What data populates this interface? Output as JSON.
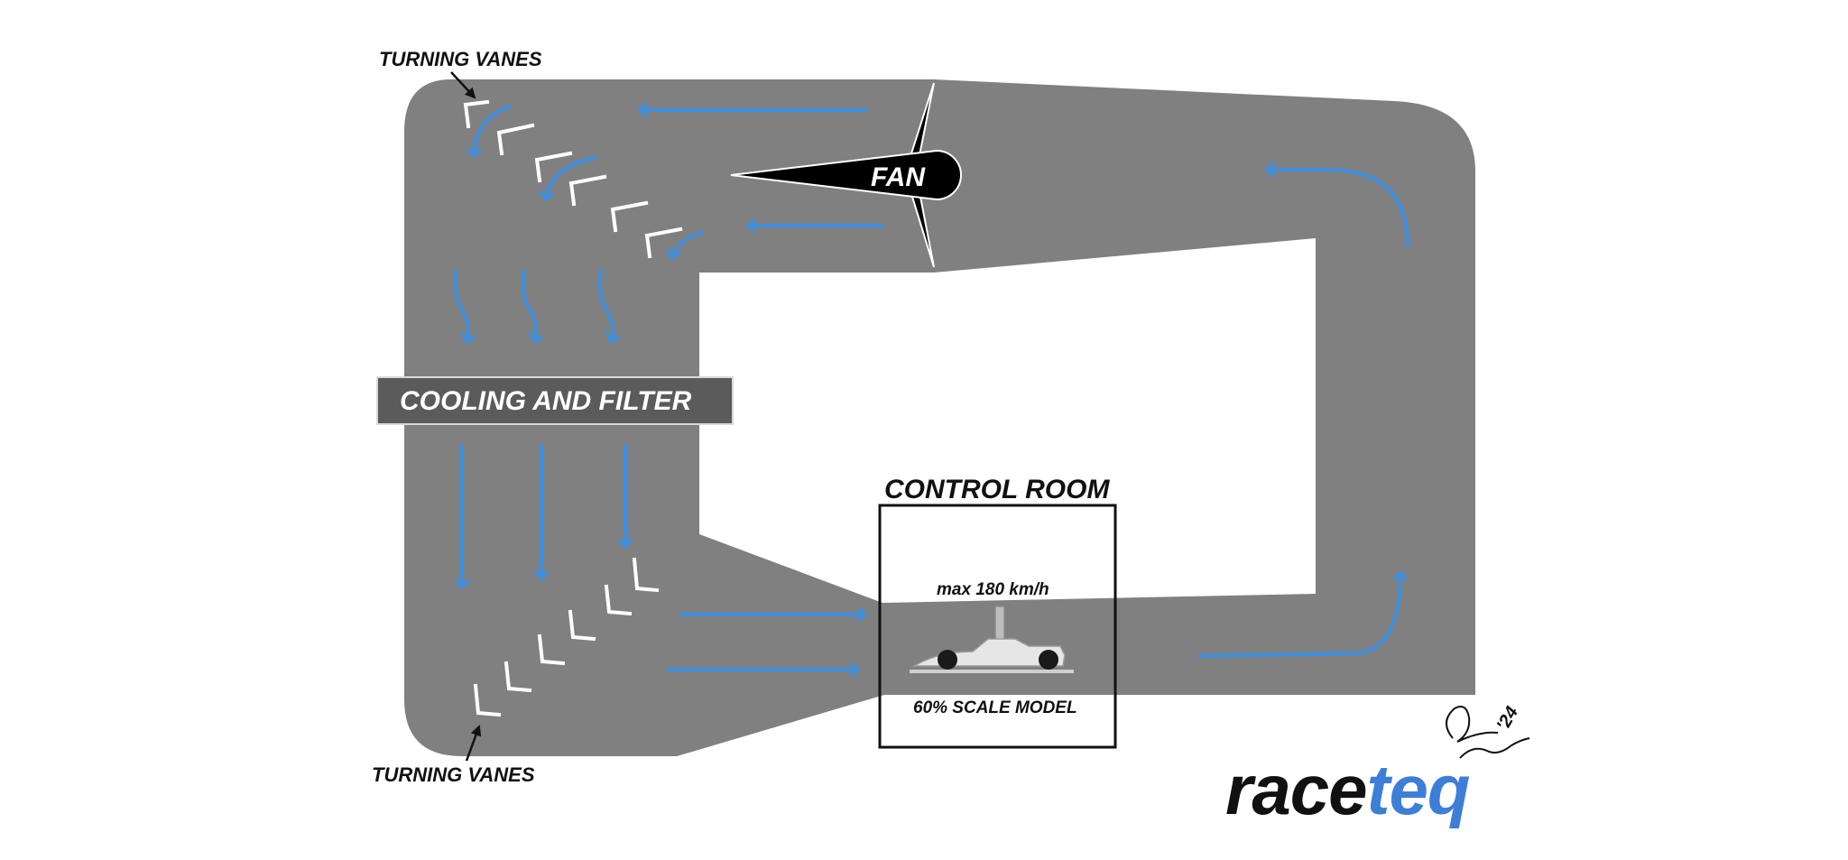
{
  "diagram": {
    "labels": {
      "turning_vanes_top": "TURNING VANES",
      "turning_vanes_bottom": "TURNING VANES",
      "fan": "FAN",
      "cooling_filter": "COOLING AND FILTER",
      "control_room": "CONTROL ROOM",
      "max_speed": "max 180 km/h",
      "scale_model": "60% SCALE MODEL"
    },
    "logo": {
      "part1": "race",
      "part2": "teq",
      "signature_year": "'24"
    },
    "colors": {
      "duct": "#808080",
      "flow_arrow": "#3d8fe0",
      "vane": "#ffffff",
      "fan": "#000000",
      "logo_dark": "#111111",
      "logo_blue": "#3d7fd6"
    }
  }
}
